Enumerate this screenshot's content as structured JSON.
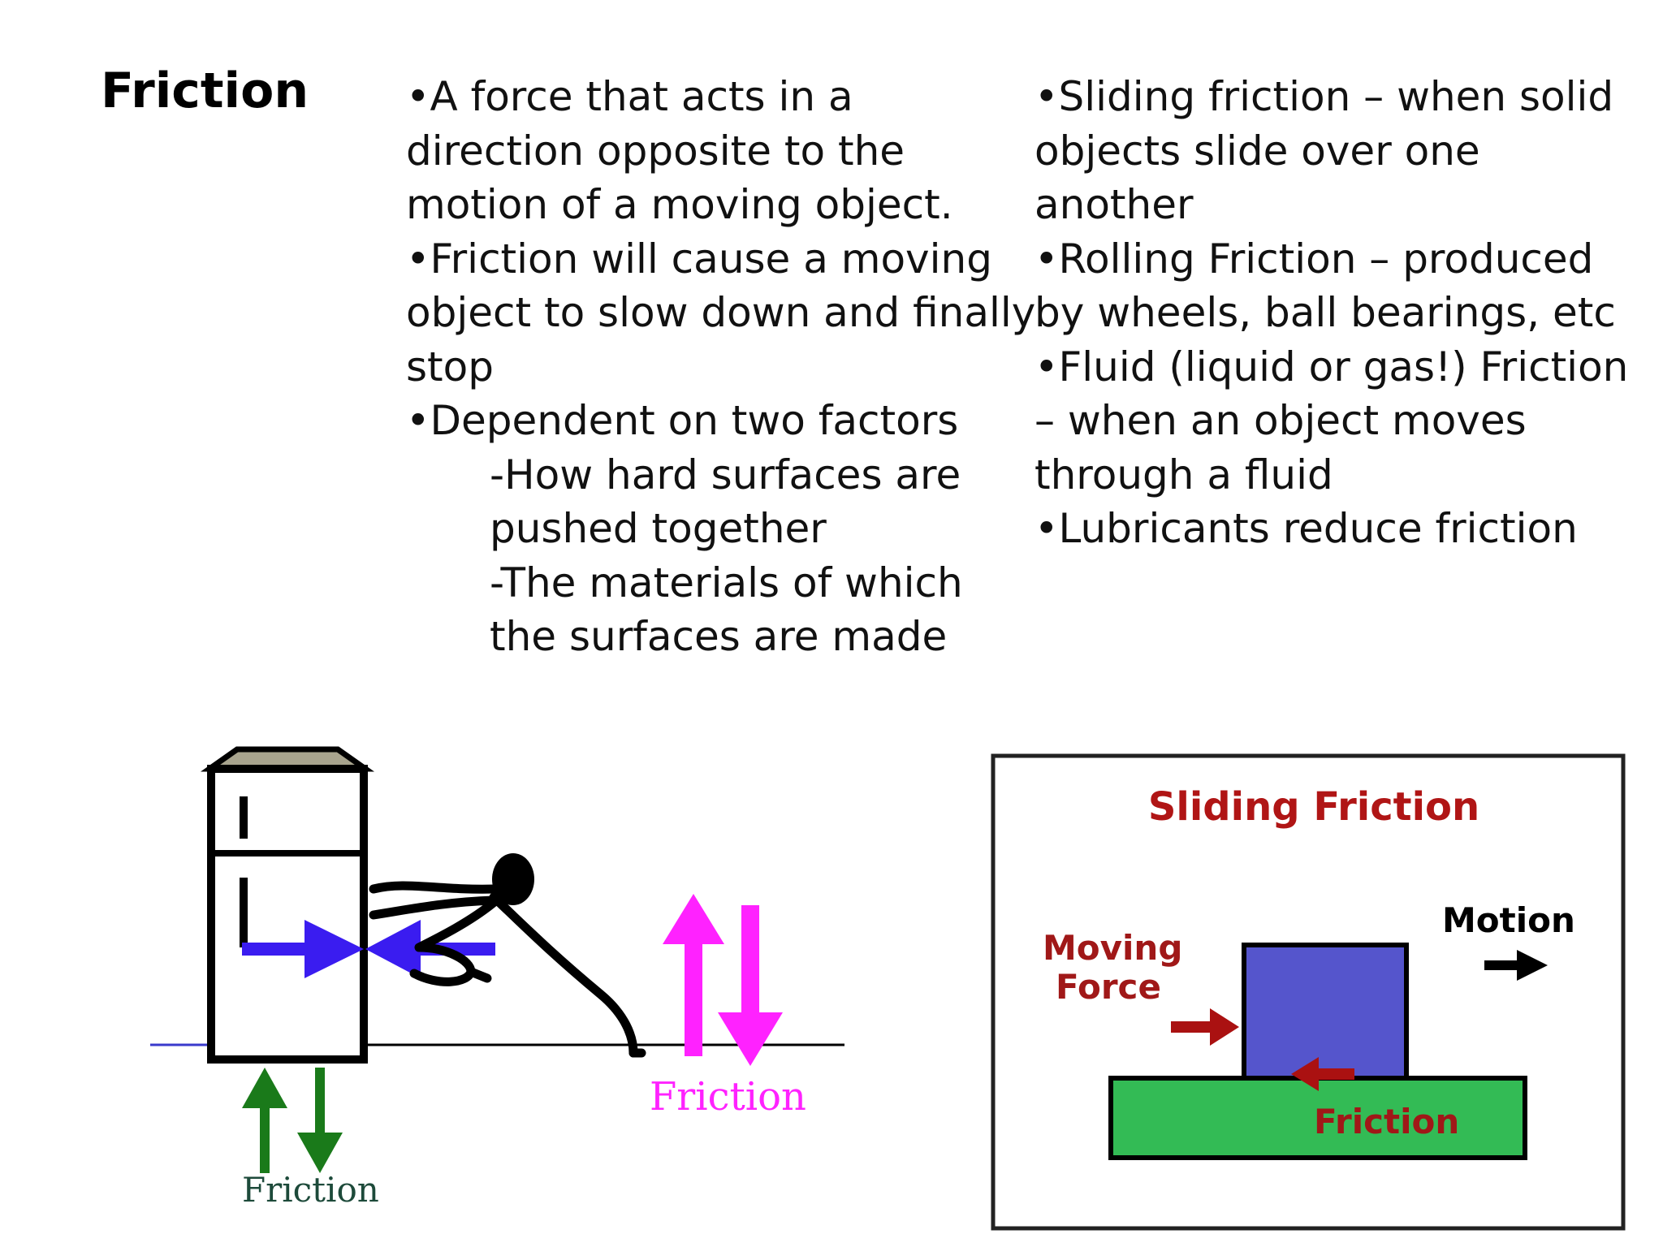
{
  "slide": {
    "title": "Friction",
    "left_column": [
      {
        "text": "•A force that acts in a",
        "indent": false
      },
      {
        "text": "direction opposite to the",
        "indent": false
      },
      {
        "text": "motion of a moving object.",
        "indent": false
      },
      {
        "text": "•Friction will cause a moving",
        "indent": false
      },
      {
        "text": "object to slow down and finally",
        "indent": false
      },
      {
        "text": "stop",
        "indent": false
      },
      {
        "text": "•Dependent on two factors",
        "indent": false
      },
      {
        "text": "-How hard surfaces are",
        "indent": true
      },
      {
        "text": "pushed together",
        "indent": true
      },
      {
        "text": "-The materials of which",
        "indent": true
      },
      {
        "text": "the surfaces are made",
        "indent": true
      }
    ],
    "right_column": [
      {
        "text": "•Sliding friction – when solid",
        "indent": false
      },
      {
        "text": "objects slide over one",
        "indent": false
      },
      {
        "text": "another",
        "indent": false
      },
      {
        "text": "•Rolling Friction – produced",
        "indent": false
      },
      {
        "text": "by wheels, ball bearings, etc",
        "indent": false
      },
      {
        "text": "•Fluid (liquid or gas!) Friction",
        "indent": false
      },
      {
        "text": "– when an object moves",
        "indent": false
      },
      {
        "text": "through a fluid",
        "indent": false
      },
      {
        "text": "•Lubricants reduce friction",
        "indent": false
      }
    ]
  },
  "figure_left": {
    "friction_label_green": "Friction",
    "friction_label_magenta": "Friction",
    "colors": {
      "blue_arrow": "#3a1cf0",
      "green_arrow": "#1a7a1a",
      "magenta": "#ff22ff",
      "floor": "#000000"
    }
  },
  "figure_right": {
    "title": "Sliding Friction",
    "moving_force_line1": "Moving",
    "moving_force_line2": "Force",
    "motion_label": "Motion",
    "friction_label": "Friction",
    "colors": {
      "title_red": "#b01515",
      "block_blue": "#5555cc",
      "surface_green": "#33bb55",
      "arrow_red": "#aa1111"
    }
  }
}
